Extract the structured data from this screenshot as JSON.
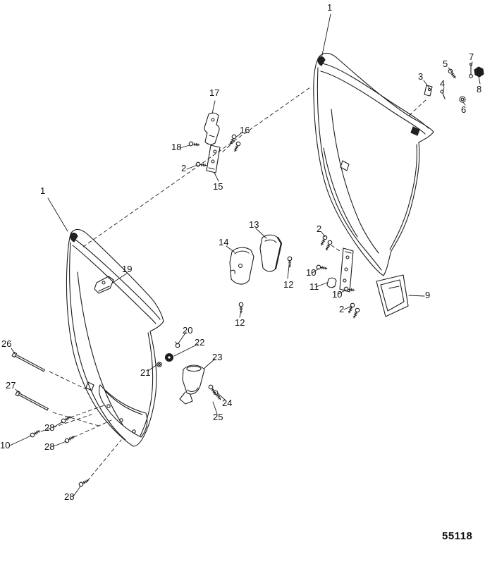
{
  "diagram": {
    "part_number": "55118"
  },
  "callouts": [
    {
      "label": "1"
    },
    {
      "label": "3"
    },
    {
      "label": "4"
    },
    {
      "label": "5"
    },
    {
      "label": "6"
    },
    {
      "label": "7"
    },
    {
      "label": "8"
    },
    {
      "label": "17"
    },
    {
      "label": "16"
    },
    {
      "label": "18"
    },
    {
      "label": "2"
    },
    {
      "label": "15"
    },
    {
      "label": "1"
    },
    {
      "label": "13"
    },
    {
      "label": "14"
    },
    {
      "label": "2"
    },
    {
      "label": "10"
    },
    {
      "label": "11"
    },
    {
      "label": "12"
    },
    {
      "label": "10"
    },
    {
      "label": "2"
    },
    {
      "label": "9"
    },
    {
      "label": "19"
    },
    {
      "label": "12"
    },
    {
      "label": "20"
    },
    {
      "label": "22"
    },
    {
      "label": "21"
    },
    {
      "label": "23"
    },
    {
      "label": "24"
    },
    {
      "label": "25"
    },
    {
      "label": "26"
    },
    {
      "label": "27"
    },
    {
      "label": "10"
    },
    {
      "label": "28"
    },
    {
      "label": "28"
    },
    {
      "label": "28"
    }
  ]
}
